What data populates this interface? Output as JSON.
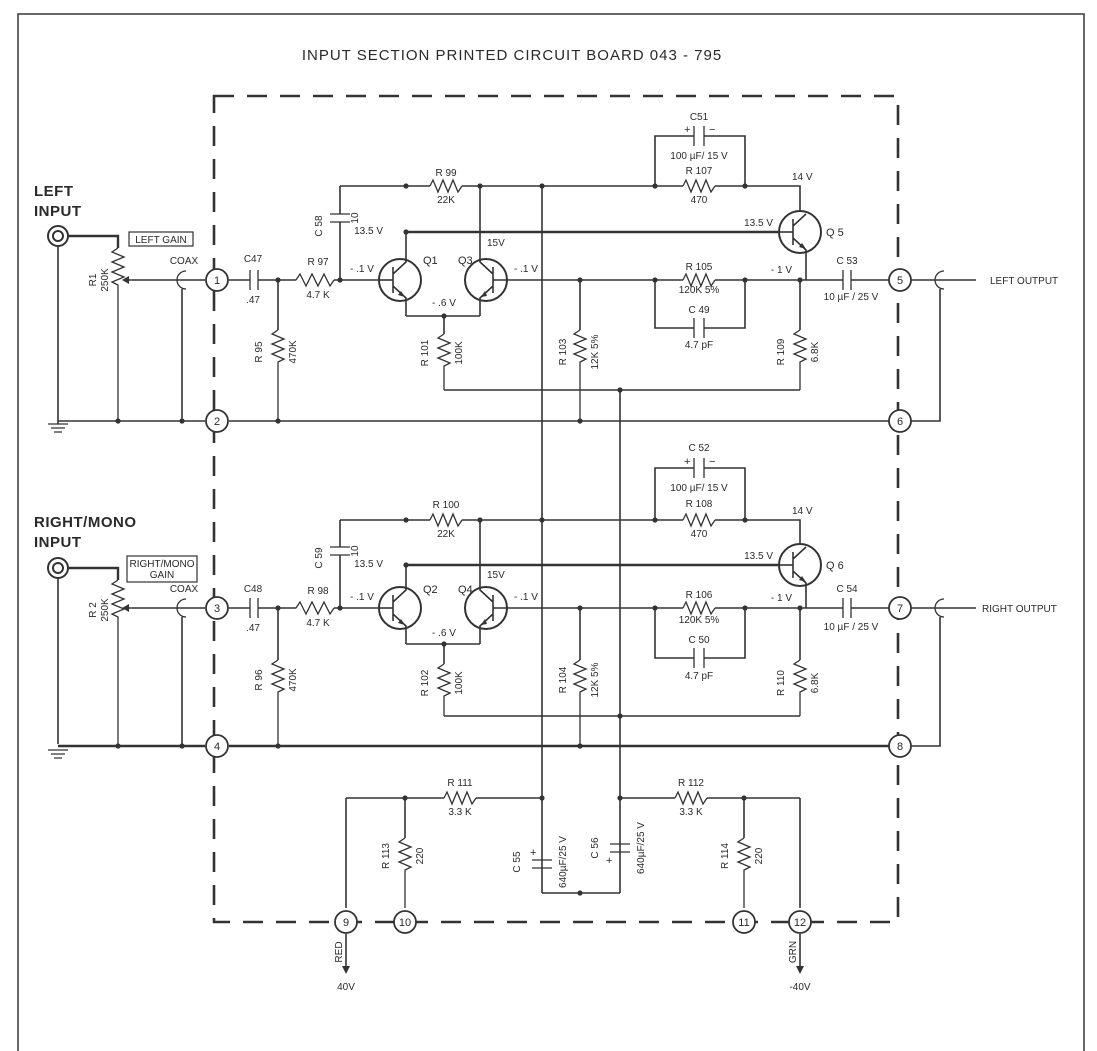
{
  "title": "INPUT SECTION PRINTED CIRCUIT BOARD 043 - 795",
  "inputs": {
    "left": [
      "LEFT",
      "INPUT"
    ],
    "right": [
      "RIGHT/MONO",
      "INPUT"
    ]
  },
  "gain_labels": {
    "left": [
      "LEFT GAIN"
    ],
    "right": [
      "RIGHT/MONO",
      "GAIN"
    ]
  },
  "coax": "COAX",
  "outputs": {
    "left": "LEFT OUTPUT",
    "right": "RIGHT OUTPUT"
  },
  "terminals": [
    "1",
    "2",
    "3",
    "4",
    "5",
    "6",
    "7",
    "8",
    "9",
    "10",
    "11",
    "12"
  ],
  "power": {
    "pos": {
      "wire": "RED",
      "voltage": "40V"
    },
    "neg": {
      "wire": "GRN",
      "voltage": "-40V"
    }
  },
  "left_channel": {
    "pot": {
      "name": "R1",
      "value": "250K"
    },
    "c47": {
      "name": "C47",
      "value": ".47"
    },
    "r97": {
      "name": "R 97",
      "value": "4.7 K"
    },
    "r95": {
      "name": "R 95",
      "value": "470K"
    },
    "c58": {
      "name": "C 58",
      "value": "10"
    },
    "r99": {
      "name": "R 99",
      "value": "22K"
    },
    "q1": "Q1",
    "q3": "Q3",
    "q5": "Q 5",
    "r101": {
      "name": "R 101",
      "value": "100K"
    },
    "r103": {
      "name": "R 103",
      "value": "12K 5%"
    },
    "r105": {
      "name": "R 105",
      "value": "120K 5%"
    },
    "c49": {
      "name": "C 49",
      "value": "4.7 pF"
    },
    "r107": {
      "name": "R 107",
      "value": "470"
    },
    "c51": {
      "name": "C51",
      "value": "100 µF/ 15 V"
    },
    "c53": {
      "name": "C 53",
      "value": "10 µF / 25 V"
    },
    "r109": {
      "name": "R 109",
      "value": "6.8K"
    },
    "volts": {
      "b135": "13.5 V",
      "q5b": "13.5 V",
      "q5c": "14 V",
      "q1b": "- .1 V",
      "q3": "15V",
      "q3b": "- .1 V",
      "emit": "- .6 V",
      "out": "- 1 V"
    }
  },
  "right_channel": {
    "pot": {
      "name": "R 2",
      "value": "250K"
    },
    "c48": {
      "name": "C48",
      "value": ".47"
    },
    "r98": {
      "name": "R 98",
      "value": "4.7 K"
    },
    "r96": {
      "name": "R 96",
      "value": "470K"
    },
    "c59": {
      "name": "C 59",
      "value": "10"
    },
    "r100": {
      "name": "R 100",
      "value": "22K"
    },
    "q2": "Q2",
    "q4": "Q4",
    "q6": "Q 6",
    "r102": {
      "name": "R 102",
      "value": "100K"
    },
    "r104": {
      "name": "R 104",
      "value": "12K 5%"
    },
    "r106": {
      "name": "R 106",
      "value": "120K 5%"
    },
    "c50": {
      "name": "C 50",
      "value": "4.7 pF"
    },
    "r108": {
      "name": "R 108",
      "value": "470"
    },
    "c52": {
      "name": "C 52",
      "value": "100 µF/ 15 V"
    },
    "c54": {
      "name": "C 54",
      "value": "10 µF / 25 V"
    },
    "r110": {
      "name": "R 110",
      "value": "6.8K"
    },
    "volts": {
      "b135": "13.5 V",
      "q6b": "13.5 V",
      "q6c": "14 V",
      "q2b": "- .1 V",
      "q4": "15V",
      "q4b": "- .1 V",
      "emit": "- .6 V",
      "out": "- 1 V"
    }
  },
  "supply": {
    "r111": {
      "name": "R 111",
      "value": "3.3 K"
    },
    "r112": {
      "name": "R 112",
      "value": "3.3 K"
    },
    "r113": {
      "name": "R 113",
      "value": "220"
    },
    "r114": {
      "name": "R 114",
      "value": "220"
    },
    "c55": {
      "name": "C 55",
      "value": "640µF/25 V"
    },
    "c56": {
      "name": "C 56",
      "value": "640µF/25 V"
    }
  }
}
